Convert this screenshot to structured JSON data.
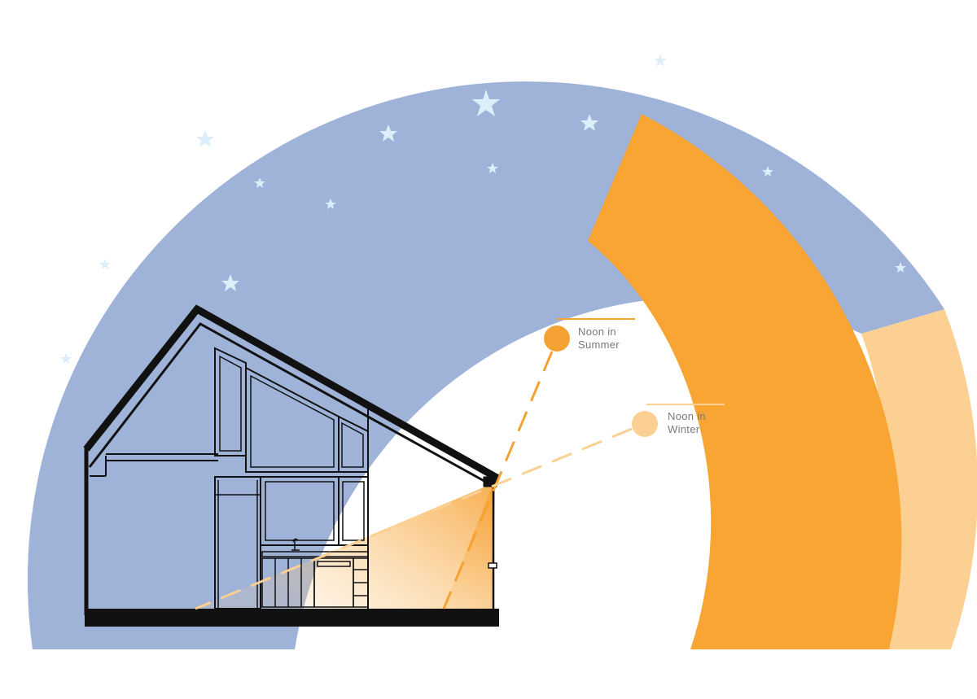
{
  "diagram": {
    "colors": {
      "night_sky": "#9fb3d9",
      "star": "#dbeefa",
      "summer_band": "#f8a533",
      "winter_band": "#fbd092",
      "house_line": "#111111",
      "summer_light": "#f6a133",
      "winter_light": "#fbd092"
    },
    "labels": {
      "summer_line1": "Noon in",
      "summer_line2": "Summer",
      "winter_line1": "Noon in",
      "winter_line2": "Winter"
    },
    "icons": {
      "star": "star-icon",
      "summer_sun": "summer-sun-icon",
      "winter_sun": "winter-sun-icon"
    }
  }
}
